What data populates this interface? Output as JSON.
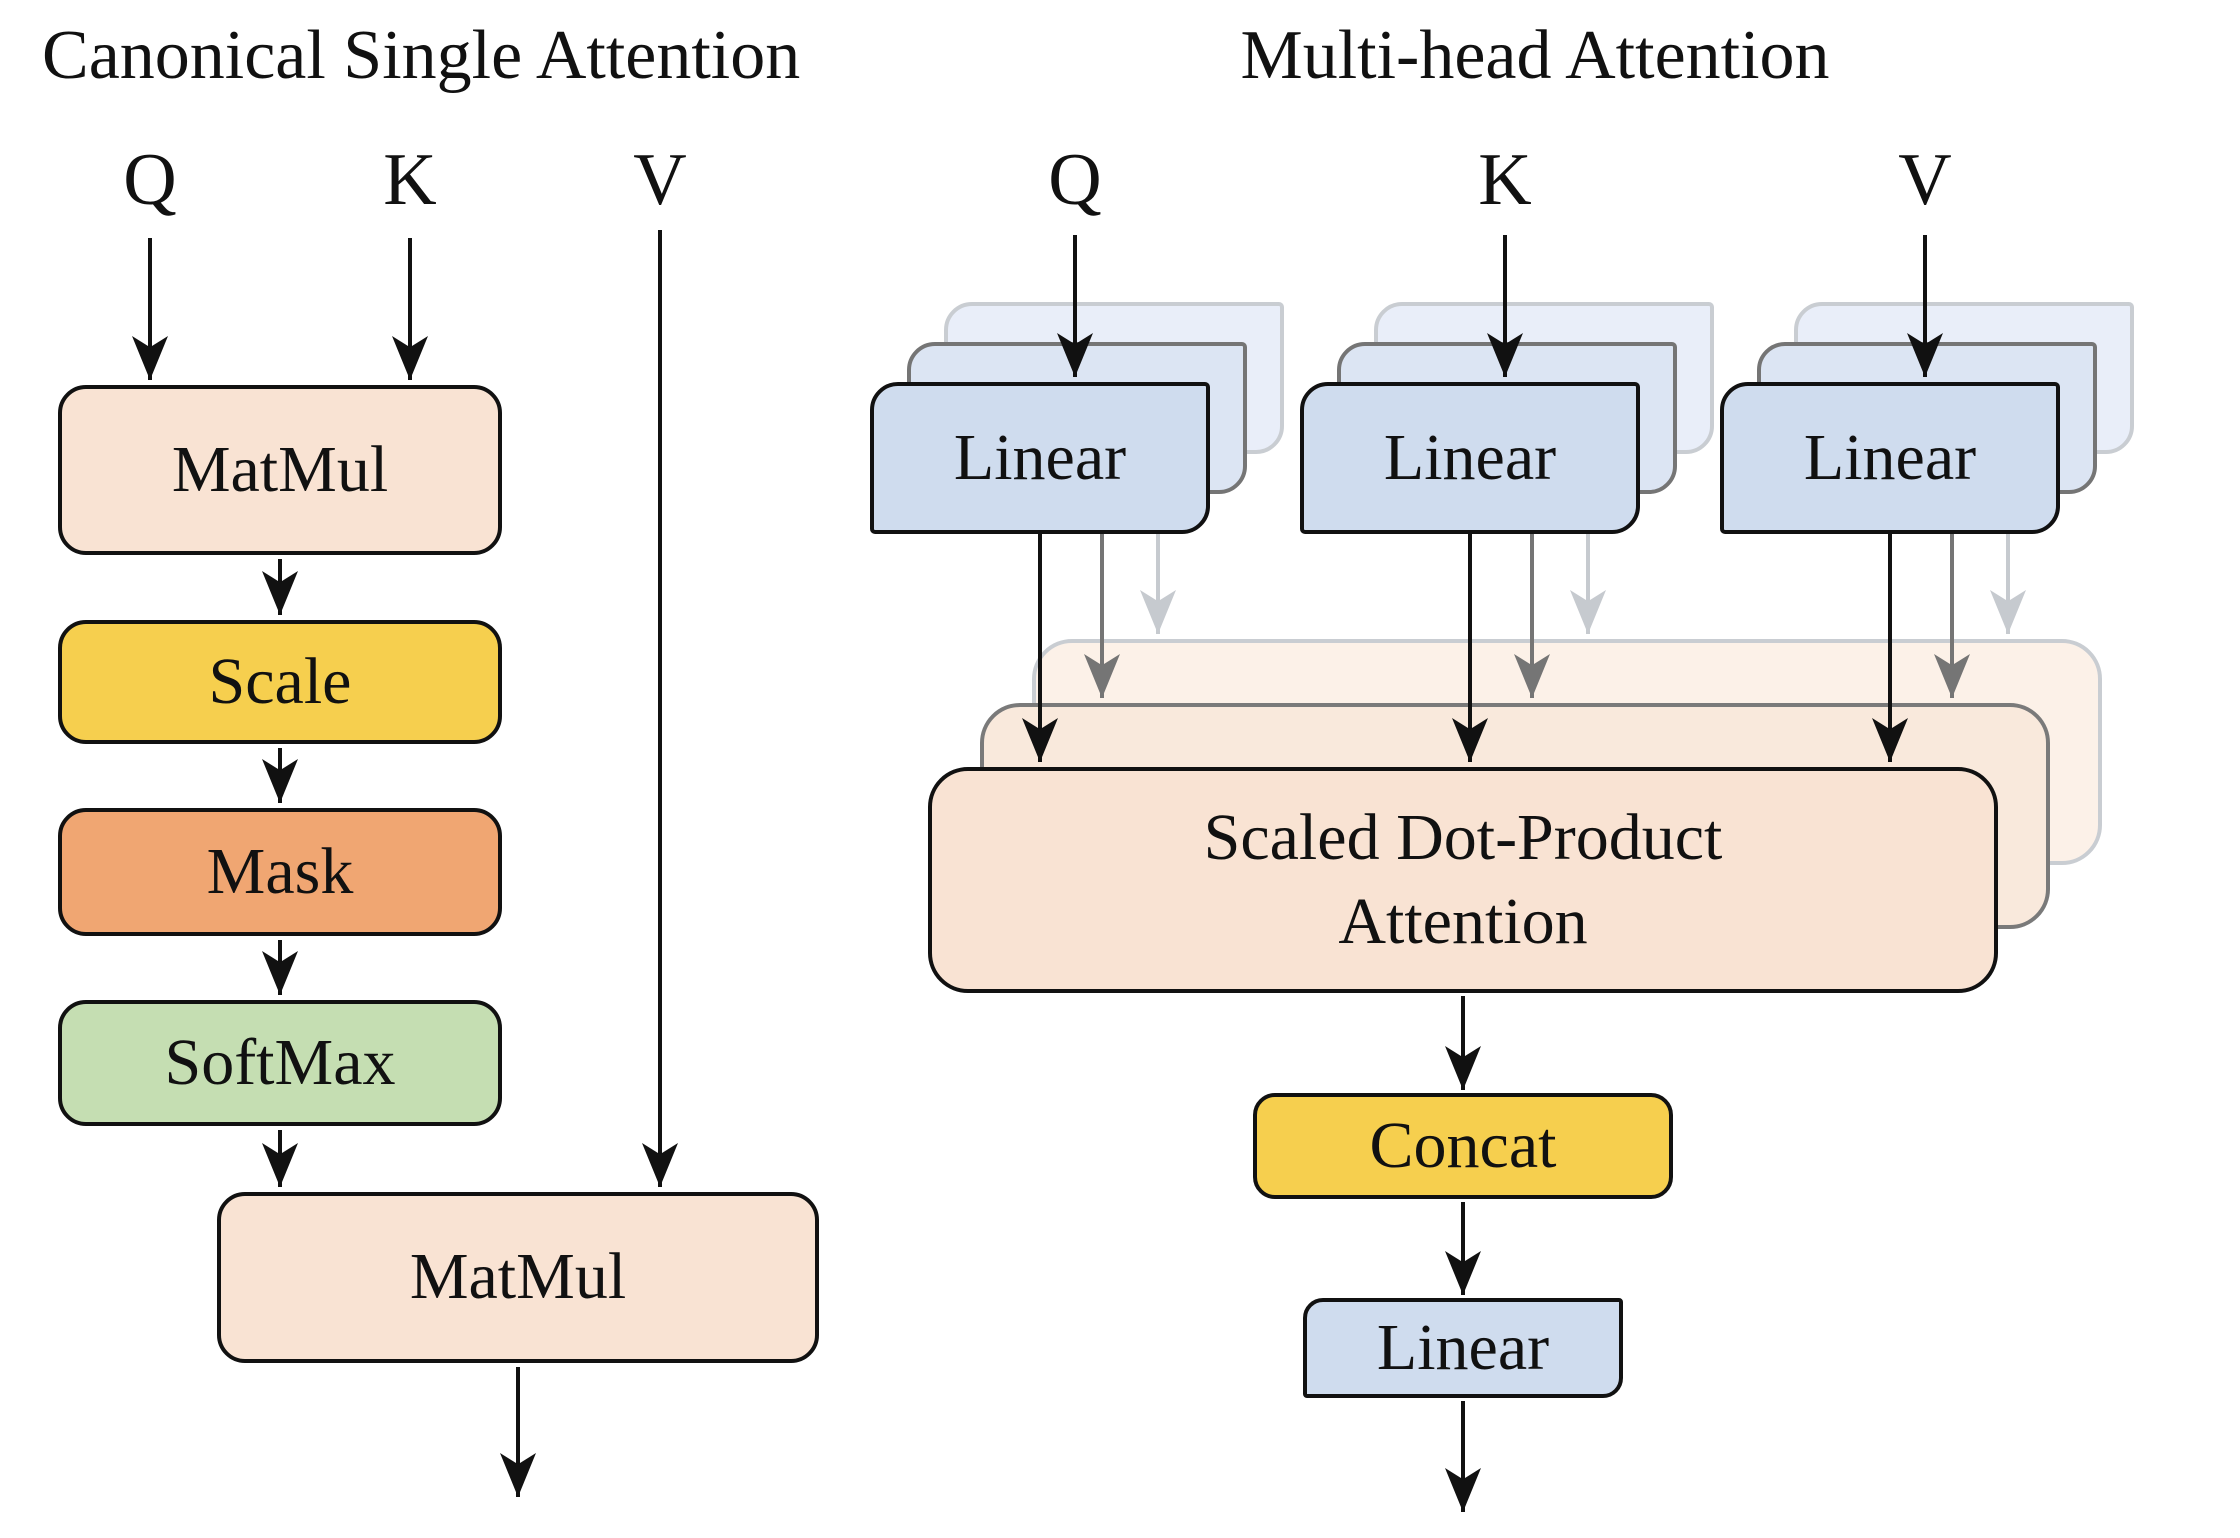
{
  "left_panel": {
    "title": "Canonical Single Attention",
    "inputs": [
      {
        "label": "Q"
      },
      {
        "label": "K"
      },
      {
        "label": "V"
      }
    ],
    "nodes": [
      {
        "label": "MatMul",
        "color": "#f9e3d3"
      },
      {
        "label": "Scale",
        "color": "#f6cf4e"
      },
      {
        "label": "Mask",
        "color": "#f0a672"
      },
      {
        "label": "SoftMax",
        "color": "#c5deb2"
      },
      {
        "label": "MatMul",
        "color": "#f9e3d3"
      }
    ]
  },
  "right_panel": {
    "title": "Multi-head Attention",
    "inputs": [
      {
        "label": "Q"
      },
      {
        "label": "K"
      },
      {
        "label": "V"
      }
    ],
    "num_heads_shown": 3,
    "linear_stacks": [
      {
        "label": "Linear"
      },
      {
        "label": "Linear"
      },
      {
        "label": "Linear"
      }
    ],
    "attention_node": {
      "label_line1": "Scaled Dot-Product",
      "label_line2": "Attention",
      "color": "#f9e3d3"
    },
    "concat_node": {
      "label": "Concat",
      "color": "#f6cf4e"
    },
    "output_linear_node": {
      "label": "Linear",
      "color": "#cfdcee"
    }
  },
  "colors": {
    "box_border": "#111111",
    "arrow_black": "#111111",
    "arrow_gray": "#757575",
    "arrow_light_gray": "#c6cacf",
    "peach": "#f9e3d3",
    "peach_middle_layer": "#f9e9dc",
    "peach_back_layer": "#fcf1e8",
    "yellow": "#f6cf4e",
    "orange": "#f0a672",
    "green": "#c5deb2",
    "blue": "#cfdcee",
    "blue_middle_layer": "#dce5f3",
    "blue_back_layer": "#e9eef9"
  }
}
